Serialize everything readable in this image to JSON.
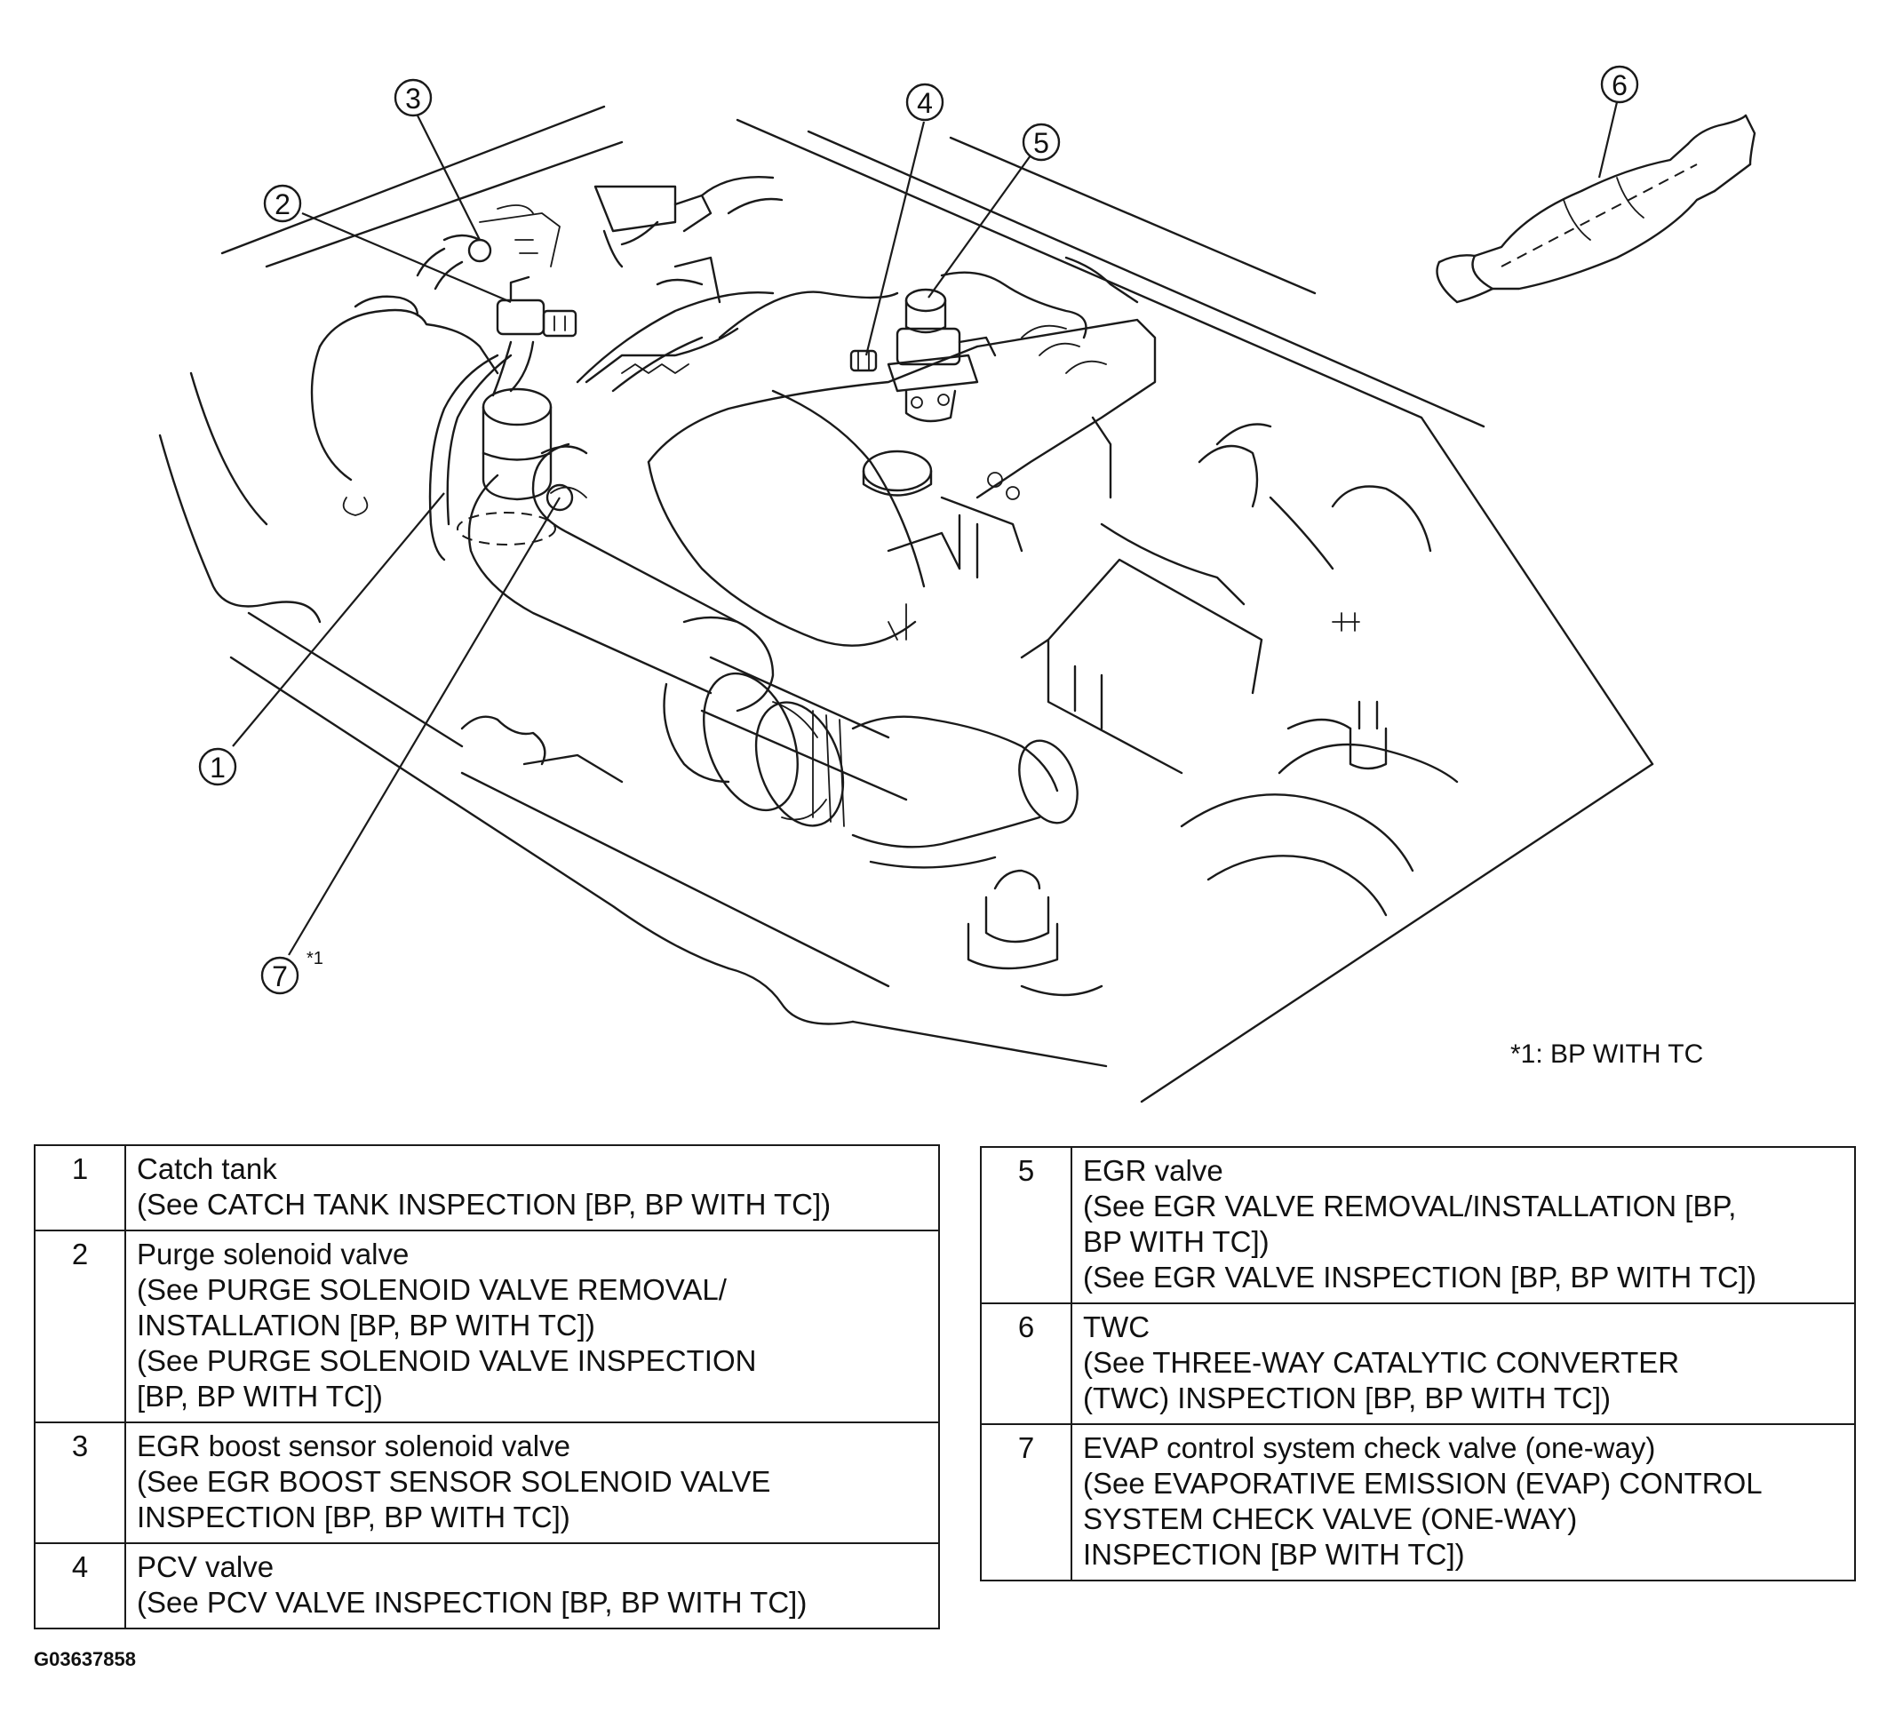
{
  "callouts": [
    {
      "id": "1",
      "label": "1"
    },
    {
      "id": "2",
      "label": "2"
    },
    {
      "id": "3",
      "label": "3"
    },
    {
      "id": "4",
      "label": "4"
    },
    {
      "id": "5",
      "label": "5"
    },
    {
      "id": "6",
      "label": "6"
    },
    {
      "id": "7",
      "label": "7",
      "note": "*1"
    }
  ],
  "footnote": "*1: BP WITH TC",
  "legend": {
    "left": [
      {
        "number": "1",
        "lines": [
          "Catch tank",
          "(See CATCH TANK INSPECTION [BP, BP WITH TC])"
        ]
      },
      {
        "number": "2",
        "lines": [
          "Purge solenoid valve",
          "(See PURGE SOLENOID VALVE REMOVAL/",
          "INSTALLATION [BP, BP WITH TC])",
          "(See PURGE SOLENOID VALVE INSPECTION",
          "[BP, BP WITH TC])"
        ]
      },
      {
        "number": "3",
        "lines": [
          "EGR boost sensor solenoid valve",
          "(See EGR BOOST SENSOR SOLENOID VALVE",
          "INSPECTION [BP, BP WITH TC])"
        ]
      },
      {
        "number": "4",
        "lines": [
          "PCV valve",
          "(See PCV VALVE INSPECTION [BP, BP WITH TC])"
        ]
      }
    ],
    "right": [
      {
        "number": "5",
        "lines": [
          "EGR valve",
          "(See EGR VALVE REMOVAL/INSTALLATION [BP,",
          "BP WITH TC])",
          "(See EGR VALVE INSPECTION [BP, BP WITH TC])"
        ]
      },
      {
        "number": "6",
        "lines": [
          "TWC",
          "(See THREE-WAY CATALYTIC CONVERTER",
          "(TWC) INSPECTION [BP, BP WITH TC])"
        ]
      },
      {
        "number": "7",
        "lines": [
          "EVAP control system check valve (one-way)",
          "(See EVAPORATIVE EMISSION (EVAP) CONTROL",
          "SYSTEM CHECK VALVE (ONE-WAY)",
          "INSPECTION [BP WITH TC])"
        ]
      }
    ]
  },
  "figure_id": "G03637858"
}
